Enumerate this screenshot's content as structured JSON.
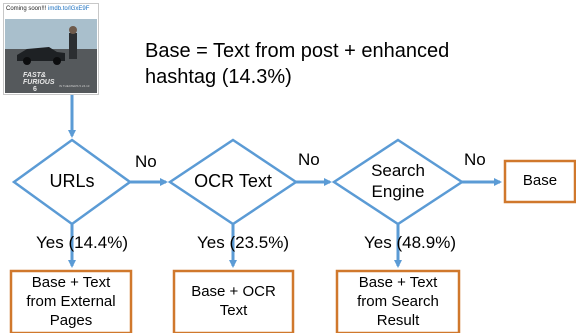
{
  "post": {
    "text": "Coming soon!!! ",
    "link": "imdb.to/lGxE9F",
    "poster_title_line1": "FAST&",
    "poster_title_line2": "FURIOUS",
    "poster_title_line3": "6",
    "poster_tagline": "IN THEATERS 5.24.13"
  },
  "caption": "Base = Text from post + enhanced hashtag (14.3%)",
  "decisions": {
    "urls": "URLs",
    "ocr": "OCR Text",
    "search_line1": "Search",
    "search_line2": "Engine"
  },
  "branches": {
    "no": "No",
    "yes_urls": "Yes (14.4%)",
    "yes_ocr": "Yes (23.5%)",
    "yes_search": "Yes (48.9%)"
  },
  "outcomes": {
    "external_line1": "Base + Text",
    "external_line2": "from External",
    "external_line3": "Pages",
    "ocr_line1": "Base + OCR",
    "ocr_line2": "Text",
    "search_line1": "Base + Text",
    "search_line2": "from Search",
    "search_line3": "Result",
    "base": "Base"
  },
  "colors": {
    "diamond_stroke": "#5b9bd5",
    "arrow": "#5b9bd5",
    "box_stroke": "#d0782c"
  }
}
